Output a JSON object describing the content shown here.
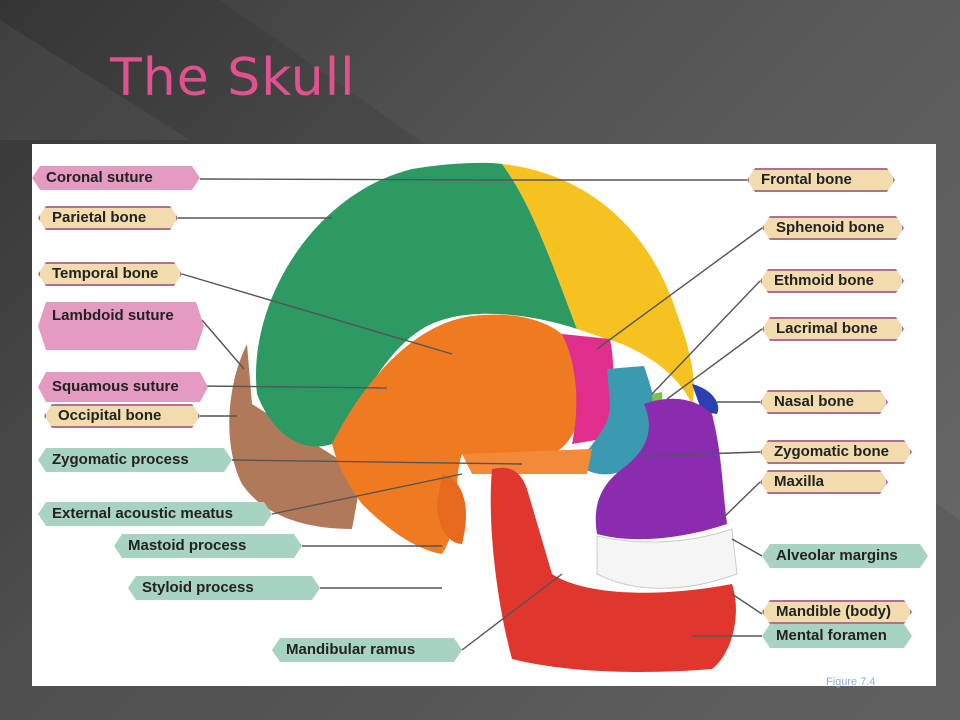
{
  "slide": {
    "title": "The Skull",
    "figure_credit": "Figure 7.4"
  },
  "labels": {
    "coronal_suture": "Coronal suture",
    "parietal_bone": "Parietal bone",
    "temporal_bone": "Temporal bone",
    "lambdoid_suture": "Lambdoid suture",
    "squamous_suture": "Squamous suture",
    "occipital_bone": "Occipital bone",
    "zygomatic_process": "Zygomatic process",
    "external_acoustic_meatus": "External acoustic meatus",
    "mastoid_process": "Mastoid process",
    "styloid_process": "Styloid process",
    "mandibular_ramus": "Mandibular ramus",
    "frontal_bone": "Frontal bone",
    "sphenoid_bone": "Sphenoid bone",
    "ethmoid_bone": "Ethmoid bone",
    "lacrimal_bone": "Lacrimal bone",
    "nasal_bone": "Nasal bone",
    "zygomatic_bone": "Zygomatic bone",
    "maxilla": "Maxilla",
    "alveolar_margins": "Alveolar margins",
    "mandible_body": "Mandible (body)",
    "mental_foramen": "Mental foramen"
  },
  "colors": {
    "title": "#e0518f",
    "parietal": "#2e9a63",
    "frontal": "#f6c21f",
    "temporal": "#f07a22",
    "occipital": "#a8775a",
    "sphenoid": "#e02f8a",
    "zygomatic": "#3a9bb0",
    "maxilla": "#8a2bb0",
    "mandible": "#e0362e",
    "nasal": "#2a3fb0",
    "ethmoid": "#7cc24a"
  }
}
